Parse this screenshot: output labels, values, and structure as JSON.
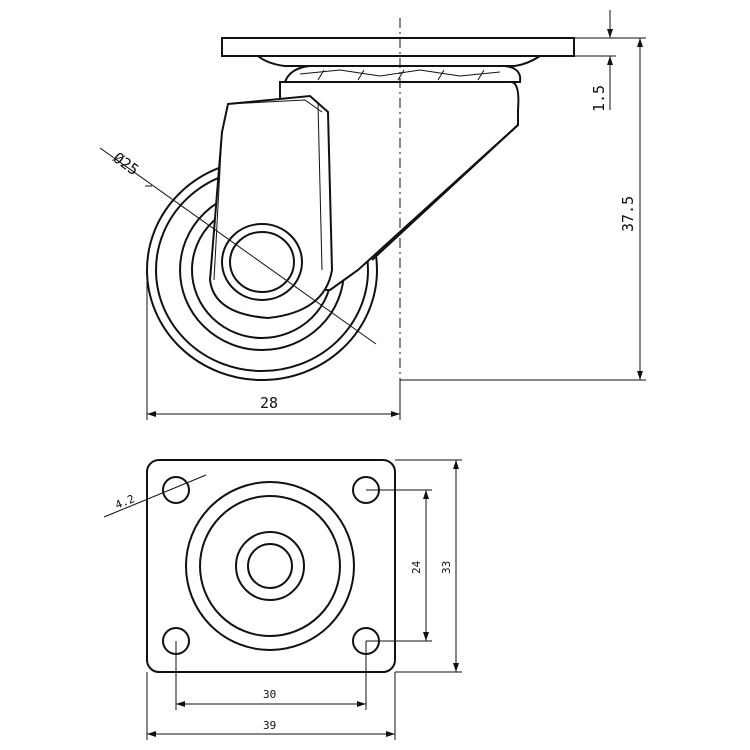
{
  "side_view": {
    "dims": {
      "plate_thickness": "1.5",
      "total_height": "37.5",
      "wheel_diameter": "Ø25",
      "offset_width": "28"
    }
  },
  "top_view": {
    "dims": {
      "hole_diameter": "4.2",
      "hole_spacing_vertical": "24",
      "plate_height": "33",
      "hole_spacing_horizontal": "30",
      "plate_width": "39"
    }
  }
}
